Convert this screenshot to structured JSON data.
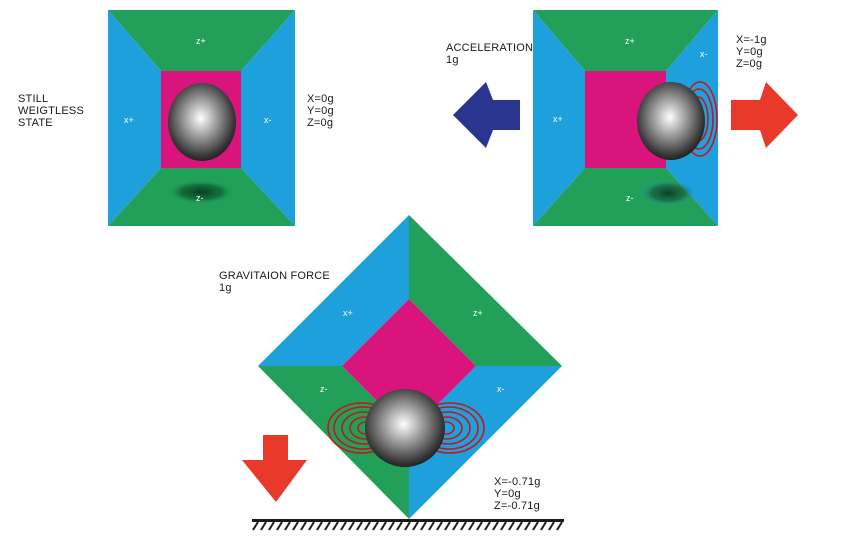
{
  "panels": {
    "still": {
      "title_lines": [
        "STILL",
        "WEIGTLESS",
        "STATE"
      ],
      "readout": [
        "X=0g",
        "Y=0g",
        "Z=0g"
      ],
      "faces": {
        "top": "z+",
        "left": "x+",
        "right": "x-",
        "bottom": "z-"
      }
    },
    "acceleration": {
      "title_lines": [
        "ACCELERATION",
        "1g"
      ],
      "readout": [
        "X=-1g",
        "Y=0g",
        "Z=0g"
      ],
      "faces": {
        "top": "z+",
        "left": "x+",
        "right": "x-",
        "bottom": "z-"
      }
    },
    "gravity": {
      "title_lines": [
        "GRAVITAION FORCE",
        "1g"
      ],
      "readout": [
        "X=-0.71g",
        "Y=0g",
        "Z=-0.71g"
      ],
      "faces": {
        "upper_left": "x+",
        "upper_right": "z+",
        "lower_left": "z-",
        "lower_right": "x-"
      }
    }
  },
  "colors": {
    "green": "#22a05a",
    "blue": "#1ea0dc",
    "magenta": "#d9147c",
    "arrow_blue": "#2a3590",
    "arrow_red": "#e8392a",
    "contour": "#c4161c"
  }
}
